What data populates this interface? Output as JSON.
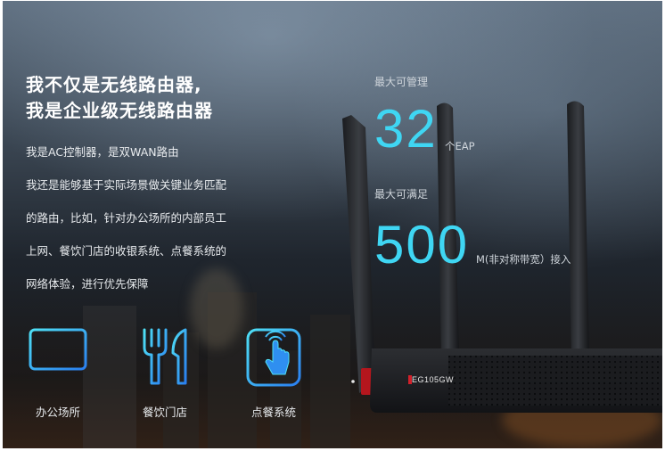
{
  "headline": {
    "line1": "我不仅是无线路由器,",
    "line2": "我是企业级无线路由器"
  },
  "description": [
    "我是AC控制器，是双WAN路由",
    "我还是能够基于实际场景做关键业务匹配",
    "的路由，比如，针对办公场所的内部员工",
    "上网、餐饮门店的收银系统、点餐系统的",
    "网络体验，进行优先保障"
  ],
  "features": [
    {
      "label": "办公场所",
      "icon": "monitor-icon"
    },
    {
      "label": "餐饮门店",
      "icon": "fork-knife-icon"
    },
    {
      "label": "点餐系统",
      "icon": "touch-phone-icon"
    }
  ],
  "stats": {
    "eap_label": "最大可管理",
    "eap_value": "32",
    "eap_unit": "个EAP",
    "bw_label": "最大可满足",
    "bw_value": "500",
    "bw_unit": "M(非对称带宽）接入"
  },
  "device": {
    "model": "EG105GW"
  },
  "colors": {
    "accent": "#3fd6f3",
    "icon_blue": "#2f8ff0",
    "text": "#ffffff"
  }
}
